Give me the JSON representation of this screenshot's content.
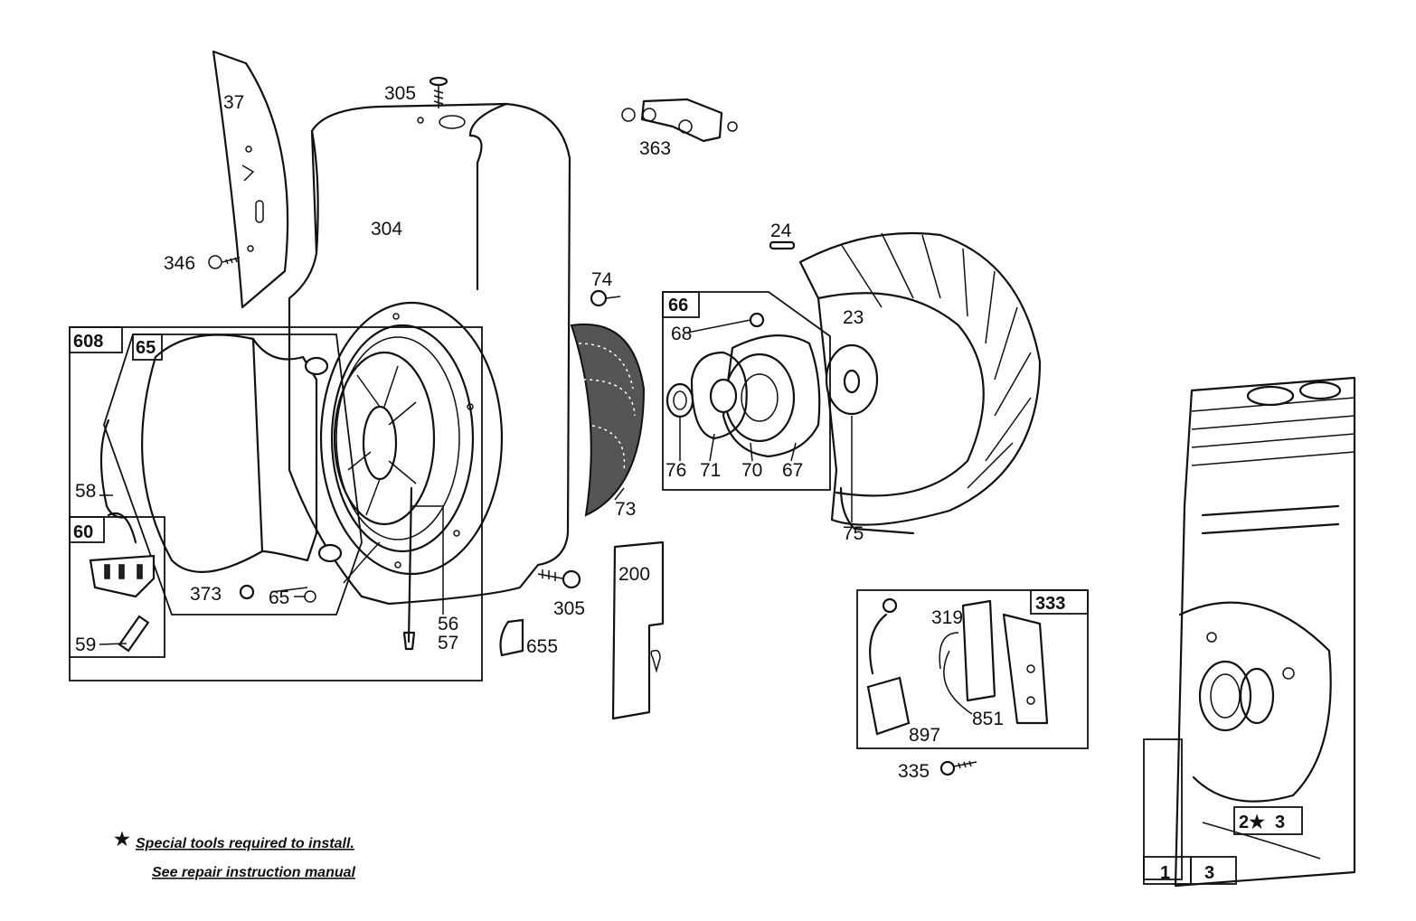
{
  "labels": {
    "p37": "37",
    "p305a": "305",
    "p304": "304",
    "p346": "346",
    "p363": "363",
    "p24": "24",
    "p74": "74",
    "p66": "66",
    "p68": "68",
    "p23": "23",
    "p76": "76",
    "p71": "71",
    "p70": "70",
    "p67": "67",
    "p73": "73",
    "p75": "75",
    "p608": "608",
    "p65box": "65",
    "p58": "58",
    "p60": "60",
    "p59": "59",
    "p373": "373",
    "p65": "65",
    "p56": "56",
    "p57": "57",
    "p305b": "305",
    "p655": "655",
    "p200": "200",
    "p333": "333",
    "p319": "319",
    "p897": "897",
    "p851": "851",
    "p335": "335",
    "p1": "1",
    "p3a": "3",
    "p2star": "2★",
    "p3b": "3"
  },
  "notes": {
    "line1": "Special tools required to install.",
    "line2": "See repair instruction manual"
  },
  "star_symbol": "★"
}
